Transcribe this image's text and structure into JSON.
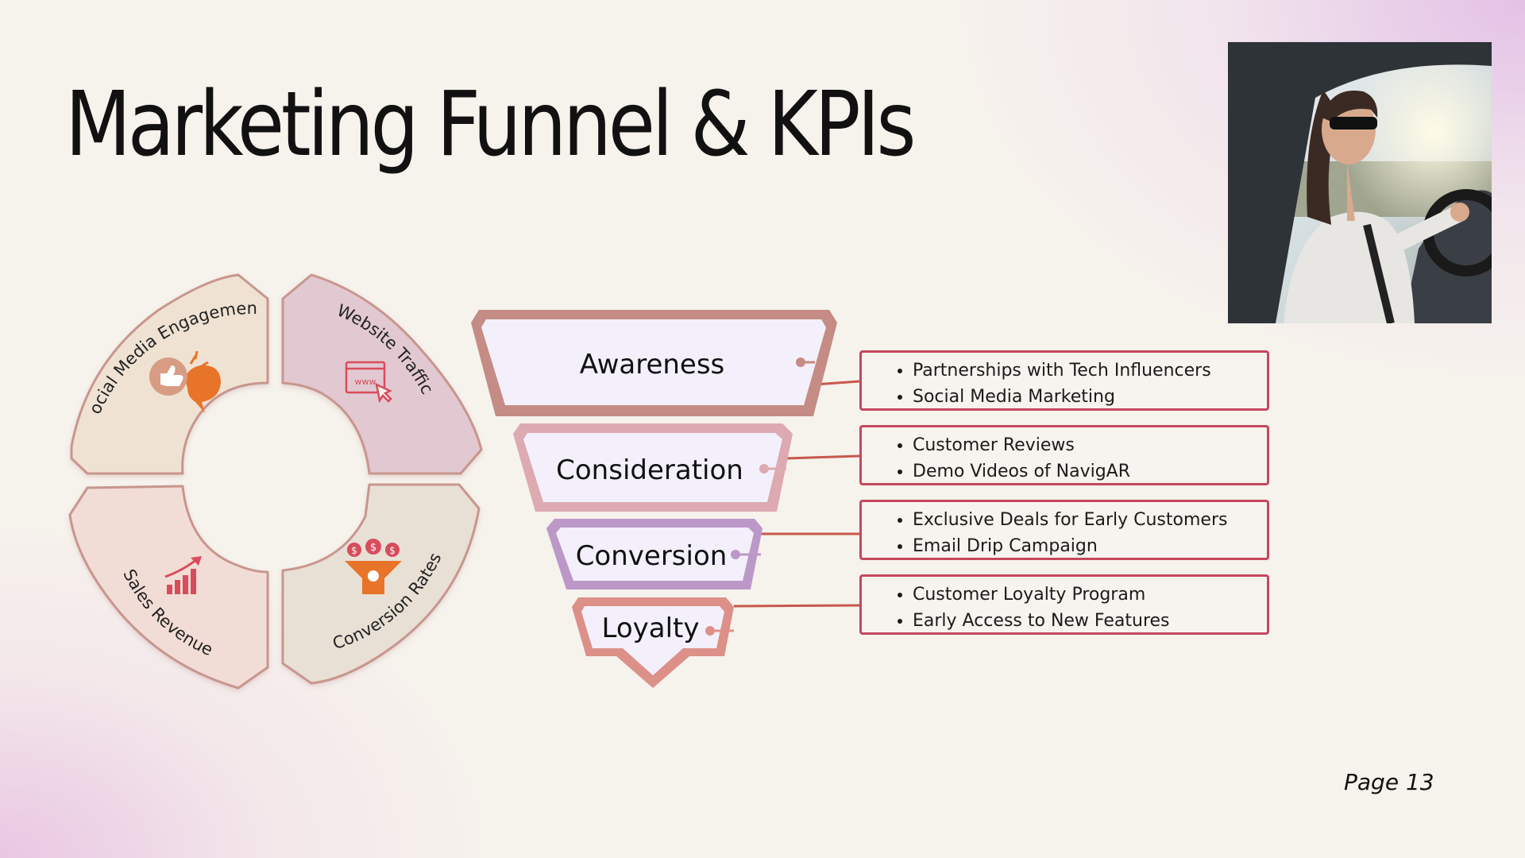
{
  "slide": {
    "title": "Marketing Funnel & KPIs",
    "page_label": "Page 13"
  },
  "kpi_cycle": [
    {
      "label": "Social Media Engagement",
      "icon": "social-engagement-icon",
      "fill": "#efe2d3"
    },
    {
      "label": "Website Traffic",
      "icon": "www-browser-icon",
      "fill": "#e2c8d0"
    },
    {
      "label": "Conversion Rates",
      "icon": "conversion-funnel-icon",
      "fill": "#e8e0d5"
    },
    {
      "label": "Sales Revenue",
      "icon": "bar-chart-up-icon",
      "fill": "#f2ddd6"
    }
  ],
  "funnel": [
    {
      "stage": "Awareness",
      "color": "#c48c84",
      "inner": "#f3f0fb",
      "points": [
        "Partnerships with Tech Influencers",
        "Social Media Marketing"
      ]
    },
    {
      "stage": "Consideration",
      "color": "#dcaab0",
      "inner": "#f3f0fb",
      "points": [
        "Customer Reviews",
        "Demo Videos of NavigAR"
      ]
    },
    {
      "stage": "Conversion",
      "color": "#bc98c8",
      "inner": "#f3f0fb",
      "points": [
        "Exclusive Deals for Early Customers",
        "Email Drip Campaign"
      ]
    },
    {
      "stage": "Loyalty",
      "color": "#dd9088",
      "inner": "#f3f0fb",
      "points": [
        "Customer Loyalty Program",
        "Early Access to New Features"
      ]
    }
  ],
  "colors": {
    "arc_border": "#c8968e",
    "kpi_border": "#c4485c",
    "connector": "#c8584c",
    "icon_orange": "#e8742a",
    "icon_red": "#d84c5c"
  }
}
